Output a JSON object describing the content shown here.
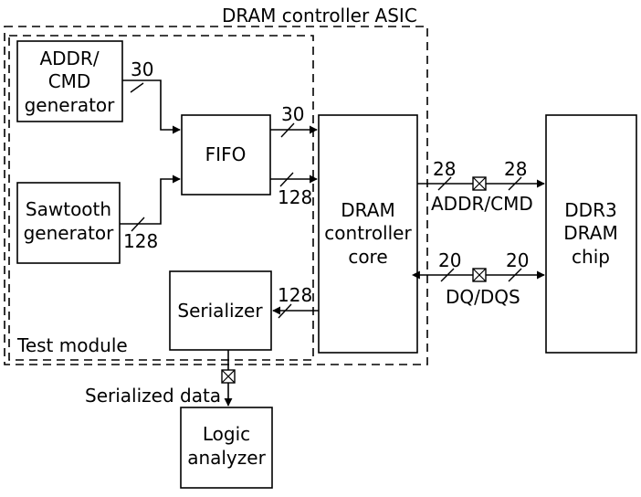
{
  "outer_container": {
    "label": "DRAM controller ASIC"
  },
  "inner_container": {
    "label": "Test module"
  },
  "blocks": {
    "addr_gen": [
      "ADDR/",
      "CMD",
      "generator"
    ],
    "sawtooth_gen": [
      "Sawtooth",
      "generator"
    ],
    "fifo": [
      "FIFO"
    ],
    "serializer": [
      "Serializer"
    ],
    "controller_core": [
      "DRAM",
      "controller",
      "core"
    ],
    "ddr3_chip": [
      "DDR3",
      "DRAM",
      "chip"
    ],
    "logic_analyzer": [
      "Logic",
      "analyzer"
    ]
  },
  "bus_widths": {
    "addr_gen_out": "30",
    "fifo_to_core_addr": "30",
    "fifo_to_core_data": "128",
    "sawtooth_out": "128",
    "core_to_serializer": "128",
    "core_addr_out": "28",
    "chip_addr_in": "28",
    "core_dq": "20",
    "chip_dq": "20"
  },
  "signal_labels": {
    "addr_cmd": "ADDR/CMD",
    "dq_dqs": "DQ/DQS",
    "serialized_data": "Serialized data"
  }
}
